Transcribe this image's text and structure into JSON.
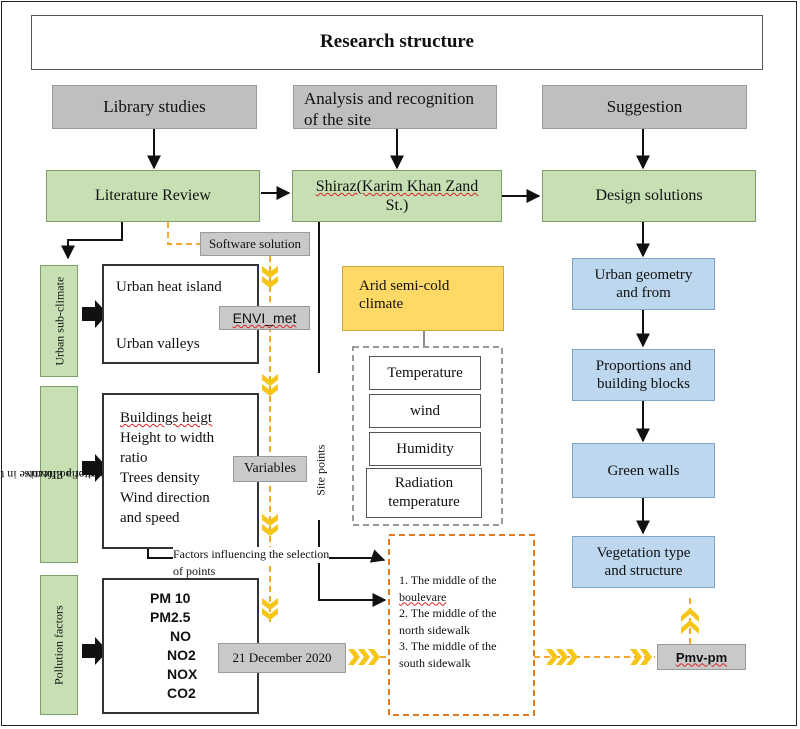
{
  "title": "Research structure",
  "top_boxes": {
    "library": "Library studies",
    "analysis_line1": "Analysis and recognition",
    "analysis_line2": "of the site",
    "suggestion": "Suggestion"
  },
  "second_row": {
    "literature": "Literature Review",
    "shiraz_line1": "Shiraz(Karim Khan Zand",
    "shiraz_line2": "St.)",
    "design": "Design solutions"
  },
  "labels": {
    "software_solution": "Software solution",
    "envi_met": "ENVI_met",
    "variables": "Variables",
    "site_points": "Site points",
    "factors_line1": "Factors influencing the selection",
    "factors_line2": "of points",
    "date": "21 December 2020",
    "pmv": "Pmv-pm"
  },
  "side_labels": {
    "urban_sub_climate": "Urban sub-climate",
    "criteria_line1": "criteria Effective  in the",
    "criteria_line2": "amount of pollutants",
    "pollution_factors": "Pollution factors"
  },
  "urban_box": {
    "item1": "Urban heat island",
    "item2": "Urban valleys"
  },
  "criteria_box": {
    "l1": "Buildings heigt",
    "l2": "Height to width",
    "l3": "ratio",
    "l4": "Trees density",
    "l5": "Wind direction",
    "l6": "and speed"
  },
  "pollution_box": {
    "items": [
      "PM 10",
      "PM2.5",
      "NO",
      "NO2",
      "NOX",
      "CO2"
    ]
  },
  "climate": {
    "line1": "Arid semi-cold",
    "line2": "climate",
    "temperature": "Temperature",
    "wind": "wind",
    "humidity": "Humidity",
    "radiation_line1": "Radiation",
    "radiation_line2": "temperature"
  },
  "points": {
    "p1a": "1. The middle of the",
    "p1b": "boulevare",
    "p2a": "2. The middle of the",
    "p2b": "north sidewalk",
    "p3a": "3. The middle of the",
    "p3b": "south sidewalk"
  },
  "solutions": {
    "s1_line1": "Urban geometry",
    "s1_line2": "and from",
    "s2_line1": "Proportions and",
    "s2_line2": "building blocks",
    "s3": "Green walls",
    "s4_line1": "Vegetation type",
    "s4_line2": "and structure"
  },
  "colors": {
    "gray": "#bfbfbf",
    "green": "#c6e0b4",
    "blue": "#bdd7ee",
    "yellow": "#ffd966",
    "dash_orange": "#f0a830",
    "chevron": "#f5c518"
  }
}
